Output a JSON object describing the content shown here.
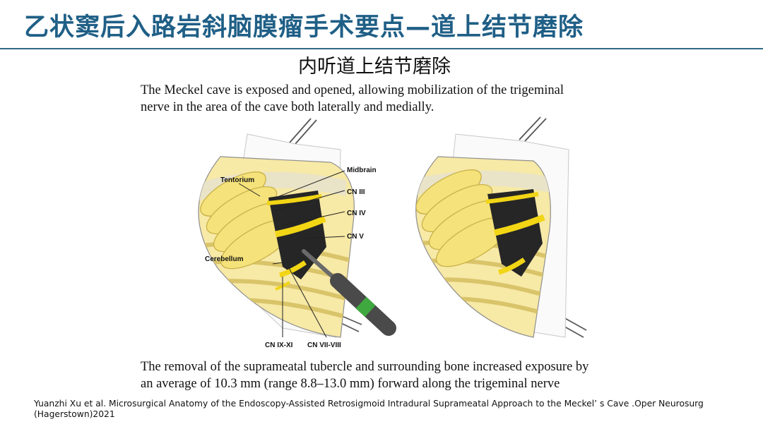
{
  "slide": {
    "title": "乙状窦后入路岩斜脑膜瘤手术要点—道上结节磨除",
    "subtitle": "内听道上结节磨除"
  },
  "paragraphs": {
    "top_line1": "The Meckel cave is exposed and opened, allowing mobilization of the trigeminal",
    "top_line2": "nerve in the area of the cave both laterally and medially.",
    "bottom_line1": "The removal of the suprameatal tubercle and surrounding bone increased exposure by",
    "bottom_line2": "an average of 10.3 mm (range 8.8–13.0 mm) forward along the trigeminal nerve"
  },
  "figure": {
    "labels": {
      "tentorium": "Tentorium",
      "midbrain": "Midbrain",
      "cn3": "CN III",
      "cn4": "CN IV",
      "cn5": "CN V",
      "cerebellum": "Cerebellum",
      "cn9_11": "CN IX-XI",
      "cn7_8": "CN VII-VIII"
    },
    "colors": {
      "cerebellum_yellow": "#f5e27a",
      "nerve_yellow": "#f2d515",
      "dark_cavity": "#262626",
      "instrument_green": "#3fa83f"
    }
  },
  "citation": {
    "line1": "Yuanzhi Xu et al.   Microsurgical Anatomy of the Endoscopy-Assisted Retrosigmoid Intradural Suprameatal Approach to the Meckel’ s Cave .Oper Neurosurg",
    "line2": "(Hagerstown)2021"
  }
}
